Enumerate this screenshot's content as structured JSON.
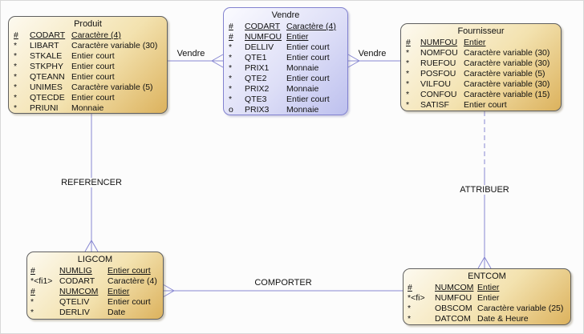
{
  "diagram": {
    "kind": "conceptual-data-model",
    "colors": {
      "entity_fill_dark": "#dcb25d",
      "entity_fill_light": "#fdfaf0",
      "association_fill_dark": "#bdc0ee",
      "association_border": "#8282cf",
      "link_line": "#8787d2",
      "text": "#111111",
      "background": "#fcfcfc"
    }
  },
  "entities": {
    "produit": {
      "title": "Produit",
      "rows": [
        {
          "sym": "#",
          "name": "CODART",
          "type": "Caractère (4)",
          "key": true
        },
        {
          "sym": "*",
          "name": "LIBART",
          "type": "Caractère variable (30)"
        },
        {
          "sym": "*",
          "name": "STKALE",
          "type": "Entier court"
        },
        {
          "sym": "*",
          "name": "STKPHY",
          "type": "Entier court"
        },
        {
          "sym": "*",
          "name": "QTEANN",
          "type": "Entier court"
        },
        {
          "sym": "*",
          "name": "UNIMES",
          "type": "Caractère variable (5)"
        },
        {
          "sym": "*",
          "name": "QTECDE",
          "type": "Entier court"
        },
        {
          "sym": "*",
          "name": "PRIUNI",
          "type": "Monnaie"
        }
      ]
    },
    "vendre": {
      "title": "Vendre",
      "rows": [
        {
          "sym": "#",
          "name": "CODART",
          "type": "Caractère (4)",
          "key": true
        },
        {
          "sym": "#",
          "name": "NUMFOU",
          "type": "Entier",
          "key": true
        },
        {
          "sym": "*",
          "name": "DELLIV",
          "type": "Entier court"
        },
        {
          "sym": "*",
          "name": "QTE1",
          "type": "Entier court"
        },
        {
          "sym": "*",
          "name": "PRIX1",
          "type": "Monnaie"
        },
        {
          "sym": "*",
          "name": "QTE2",
          "type": "Entier court"
        },
        {
          "sym": "*",
          "name": "PRIX2",
          "type": "Monnaie"
        },
        {
          "sym": "*",
          "name": "QTE3",
          "type": "Entier court"
        },
        {
          "sym": "o",
          "name": "PRIX3",
          "type": "Monnaie"
        }
      ]
    },
    "fournisseur": {
      "title": "Fournisseur",
      "rows": [
        {
          "sym": "#",
          "name": "NUMFOU",
          "type": "Entier",
          "key": true
        },
        {
          "sym": "*",
          "name": "NOMFOU",
          "type": "Caractère variable (30)"
        },
        {
          "sym": "*",
          "name": "RUEFOU",
          "type": "Caractère variable (30)"
        },
        {
          "sym": "*",
          "name": "POSFOU",
          "type": "Caractère variable (5)"
        },
        {
          "sym": "*",
          "name": "VILFOU",
          "type": "Caractère variable (30)"
        },
        {
          "sym": "*",
          "name": "CONFOU",
          "type": "Caractère variable (15)"
        },
        {
          "sym": "*",
          "name": "SATISF",
          "type": "Entier court"
        }
      ]
    },
    "ligcom": {
      "title": "LIGCOM",
      "rows": [
        {
          "sym": "#",
          "name": "NUMLIG",
          "type": "Entier court",
          "key": true
        },
        {
          "sym": "*<fi1>",
          "name": "CODART",
          "type": "Caractère (4)"
        },
        {
          "sym": "#",
          "name": "NUMCOM",
          "type": "Entier",
          "key": true
        },
        {
          "sym": "*",
          "name": "QTELIV",
          "type": "Entier court"
        },
        {
          "sym": "*",
          "name": "DERLIV",
          "type": "Date"
        }
      ]
    },
    "entcom": {
      "title": "ENTCOM",
      "rows": [
        {
          "sym": "#",
          "name": "NUMCOM",
          "type": "Entier",
          "key": true
        },
        {
          "sym": "*<fi>",
          "name": "NUMFOU",
          "type": "Entier"
        },
        {
          "sym": "*",
          "name": "OBSCOM",
          "type": "Caractère variable (25)"
        },
        {
          "sym": "*",
          "name": "DATCOM",
          "type": "Date & Heure"
        }
      ]
    }
  },
  "relationships": {
    "vendre_left": "Vendre",
    "vendre_right": "Vendre",
    "referencer": "REFERENCER",
    "attribuer": "ATTRIBUER",
    "comporter": "COMPORTER"
  }
}
